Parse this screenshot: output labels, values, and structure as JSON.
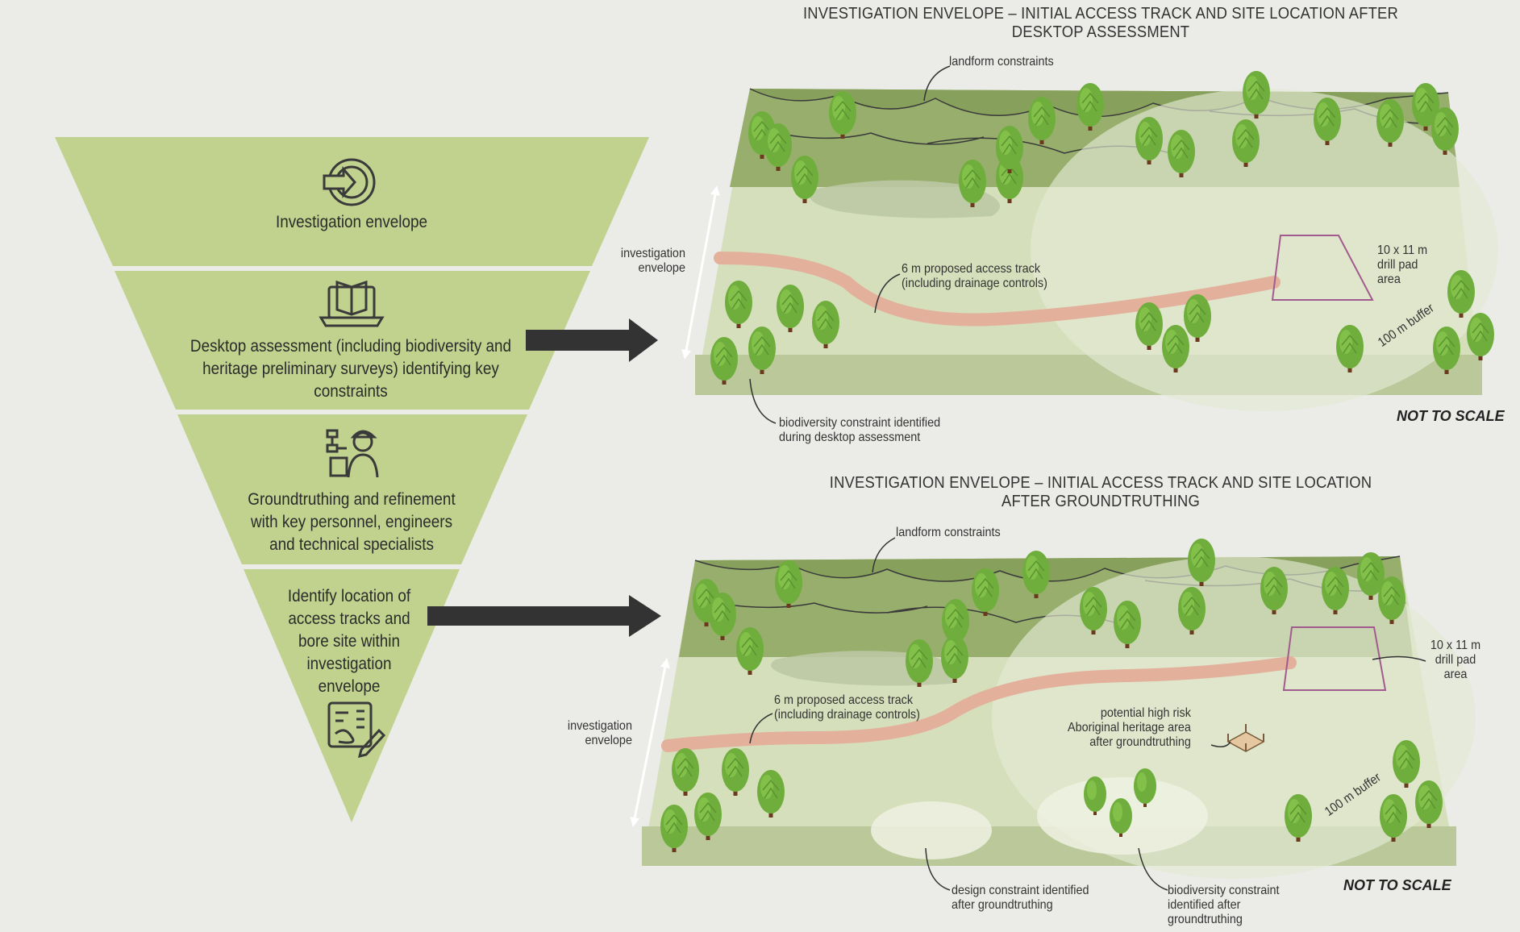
{
  "funnel": {
    "steps": [
      {
        "label": "Investigation envelope",
        "icon": "arrow-in-circle-icon"
      },
      {
        "label": "Desktop assessment (including biodiversity and heritage preliminary surveys) identifying key constraints",
        "icon": "laptop-book-icon"
      },
      {
        "label": "Groundtruthing and refinement with key personnel, engineers and technical specialists",
        "icon": "field-worker-icon"
      },
      {
        "label": "Identify location of access tracks and bore site within investigation envelope",
        "icon": "site-plan-icon"
      }
    ]
  },
  "panel_top": {
    "title_line1": "INVESTIGATION ENVELOPE – INITIAL ACCESS TRACK AND SITE LOCATION AFTER",
    "title_line2": "DESKTOP ASSESSMENT",
    "landform": "landform constraints",
    "envelope_line1": "investigation",
    "envelope_line2": "envelope",
    "track_line1": "6 m proposed access track",
    "track_line2": "(including drainage controls)",
    "pad_line1": "10 x 11 m",
    "pad_line2": "drill pad",
    "pad_line3": "area",
    "buffer": "100 m buffer",
    "bio_line1": "biodiversity constraint identified",
    "bio_line2": "during desktop assessment",
    "scale": "NOT TO SCALE"
  },
  "panel_bottom": {
    "title_line1": "INVESTIGATION ENVELOPE – INITIAL ACCESS TRACK AND SITE LOCATION",
    "title_line2": "AFTER GROUNDTRUTHING",
    "landform": "landform constraints",
    "envelope_line1": "investigation",
    "envelope_line2": "envelope",
    "track_line1": "6 m proposed access track",
    "track_line2": "(including drainage controls)",
    "heritage_line1": "potential high risk",
    "heritage_line2": "Aboriginal heritage area",
    "heritage_line3": "after groundtruthing",
    "pad_line1": "10 x 11 m",
    "pad_line2": "drill pad",
    "pad_line3": "area",
    "buffer": "100 m buffer",
    "design_line1": "design constraint identified",
    "design_line2": "after groundtruthing",
    "bio_line1": "biodiversity constraint",
    "bio_line2": "identified after",
    "bio_line3": "groundtruthing",
    "scale": "NOT TO SCALE"
  },
  "colors": {
    "background": "#ebebe8",
    "funnel_green": "#c0d28e",
    "ground_light": "#d6dfbb",
    "ground_dark": "#b9c79a",
    "hill": "#93ab6a",
    "tree": "#6fae3c",
    "track": "#e3b09c",
    "pad_outline": "#a25b8e",
    "arrow": "#333333"
  }
}
